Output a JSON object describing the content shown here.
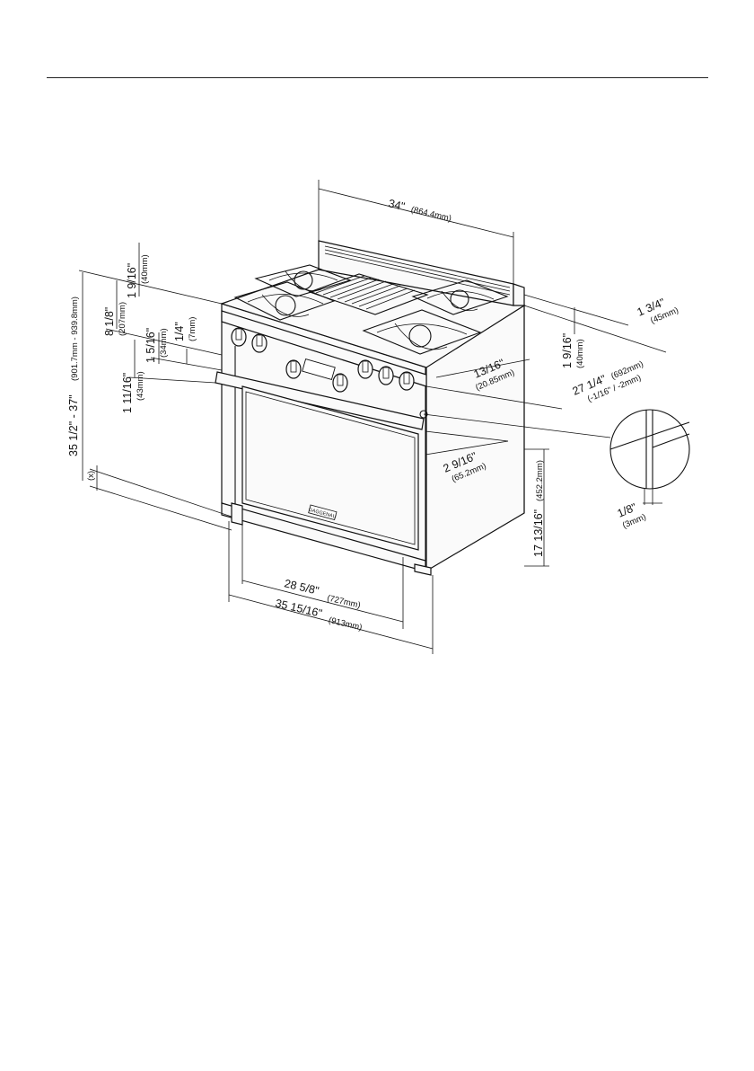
{
  "dimensions": {
    "top_width": {
      "main": "34\"",
      "metric": "(864.4mm)"
    },
    "backguard_height": {
      "main": "1 9/16\"",
      "metric": "(40mm)"
    },
    "top_to_control": {
      "main": "8 1/8\"",
      "metric": "(207mm)"
    },
    "control_to_handle": {
      "main": "1 5/16\"",
      "metric": "(34mm)"
    },
    "knob_gap": {
      "main": "1/4\"",
      "metric": "(7mm)"
    },
    "handle_height": {
      "main": "1 11/16\"",
      "metric": "(43mm)"
    },
    "total_height": {
      "main": "35 1/2\" - 37\"",
      "metric": "(901.7mm - 939.8mm)"
    },
    "leg_height": {
      "main": "(x)"
    },
    "rear_offset": {
      "main": "1 3/4\"",
      "metric": "(45mm)"
    },
    "side_top": {
      "main": "1 9/16\"",
      "metric": "(40mm)"
    },
    "door_depth": {
      "main": "13/16\"",
      "metric": "(20.85mm)"
    },
    "depth": {
      "main": "27 1/4\"",
      "metric": "(692mm)",
      "tolerance": "(-1/16\" / -2mm)"
    },
    "handle_depth": {
      "main": "2 9/16\"",
      "metric": "(65.2mm)"
    },
    "oven_height": {
      "main": "17 13/16\"",
      "metric": "(452.2mm)"
    },
    "inner_width": {
      "main": "28 5/8\"",
      "metric": "(727mm)"
    },
    "overall_width": {
      "main": "35 15/16\"",
      "metric": "(913mm)"
    },
    "gap_detail": {
      "main": "1/8\"",
      "metric": "(3mm)"
    }
  },
  "brand_badge": "GAGGENAU"
}
